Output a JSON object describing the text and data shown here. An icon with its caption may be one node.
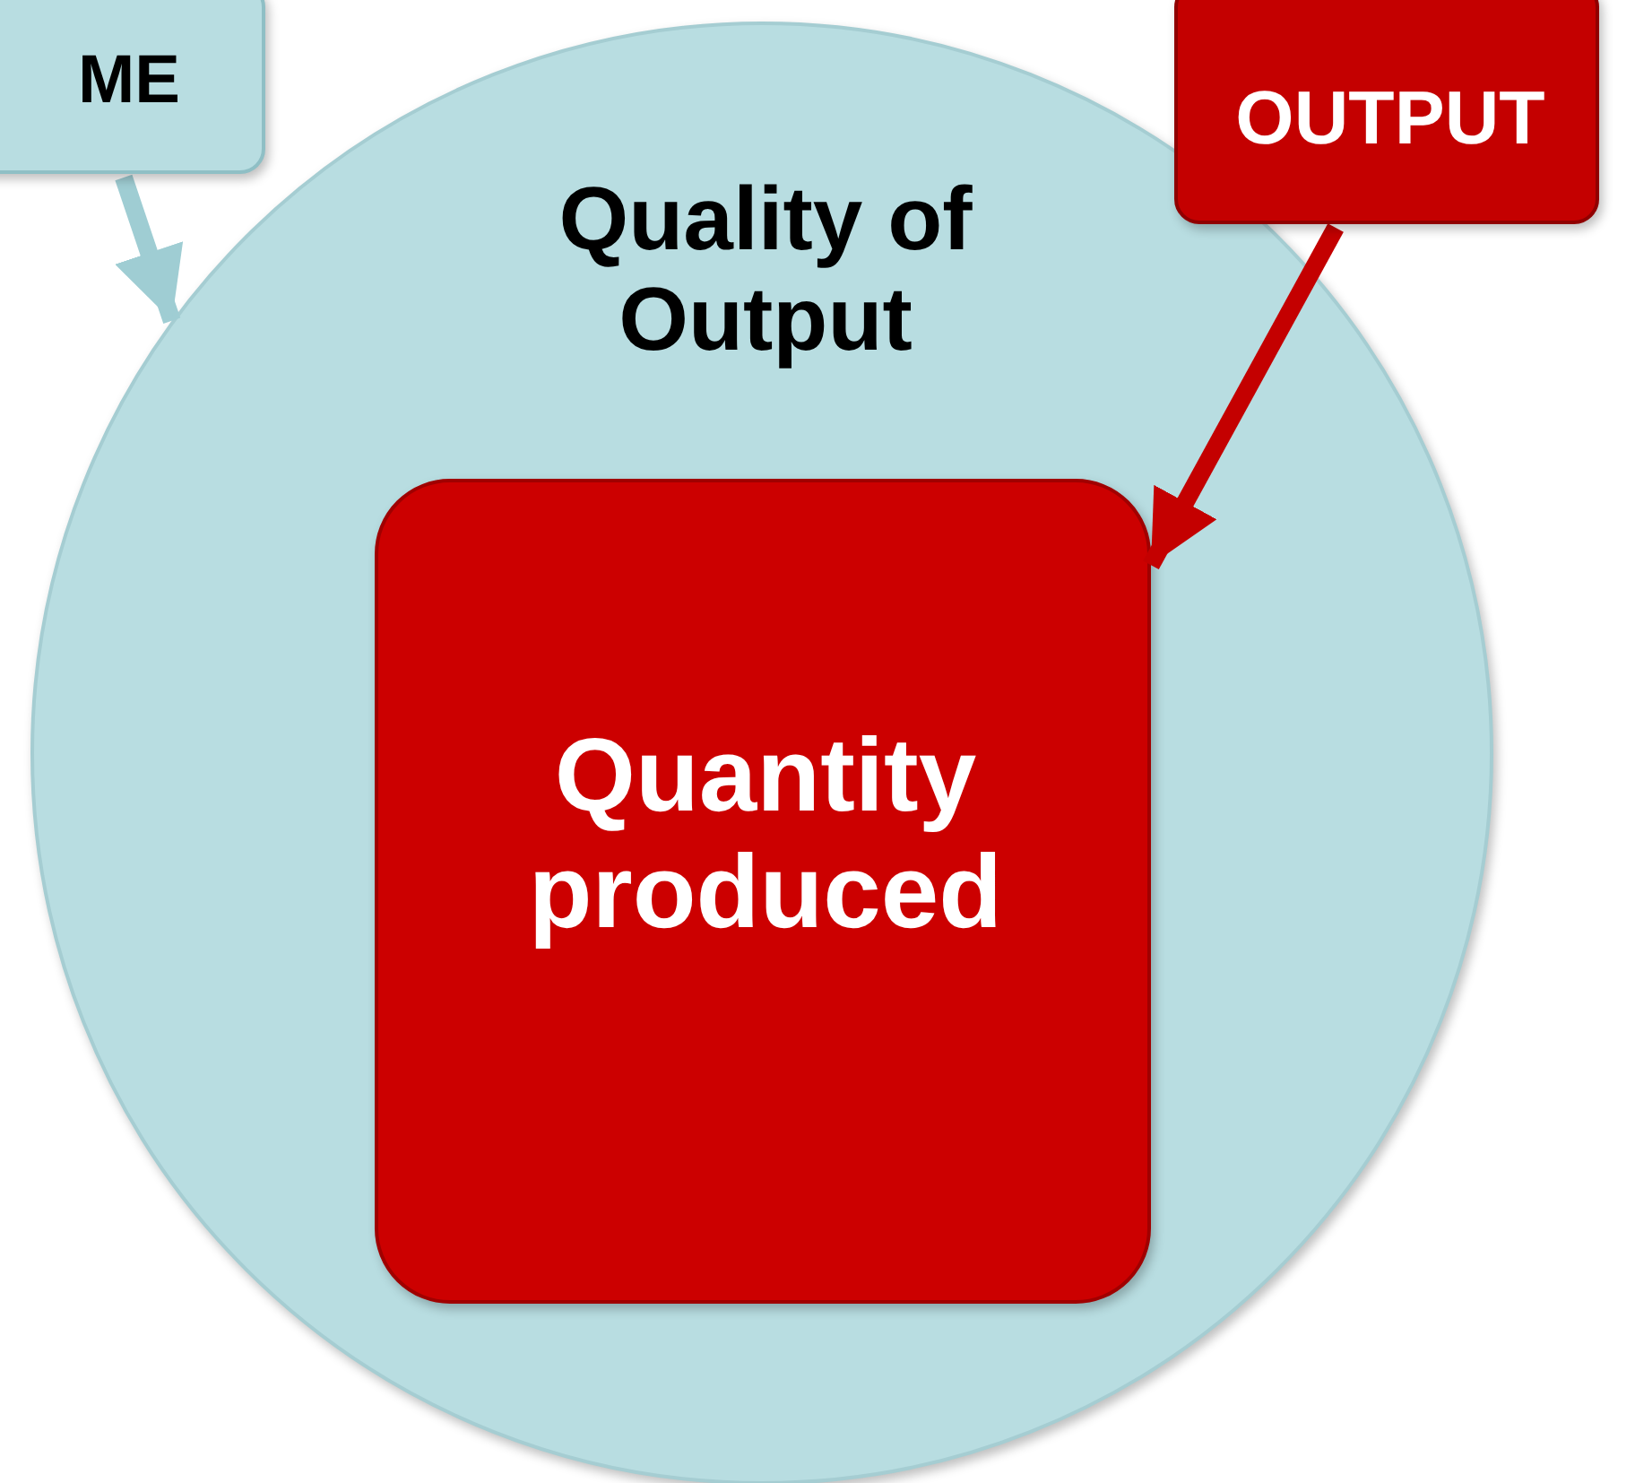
{
  "diagram": {
    "nodes": [
      {
        "text": [
          "ME"
        ]
      },
      {
        "text": [
          "Quality of Output"
        ]
      },
      {
        "text": [
          "Quantity produced"
        ],
        "in": 1
      },
      {
        "text": [
          "OUTPUT"
        ]
      }
    ],
    "edges": [
      {
        "from": 0,
        "to": 1,
        "arrow": "to",
        "color": "#9fcdd3"
      },
      {
        "from": 3,
        "to": 2,
        "arrow": "to",
        "color": "#c40000"
      }
    ]
  }
}
